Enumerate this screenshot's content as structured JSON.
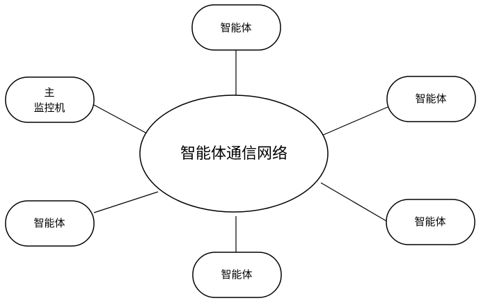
{
  "hub": {
    "label": "智能体通信网络"
  },
  "nodes": {
    "top": {
      "label": "智能体"
    },
    "upper_right": {
      "label": "智能体"
    },
    "lower_right": {
      "label": "智能体"
    },
    "bottom": {
      "label": "智能体"
    },
    "lower_left": {
      "label": "智能体"
    },
    "monitor": {
      "line1": "主",
      "line2": "监控机"
    }
  },
  "colors": {
    "stroke": "#000000",
    "fill": "#ffffff"
  }
}
